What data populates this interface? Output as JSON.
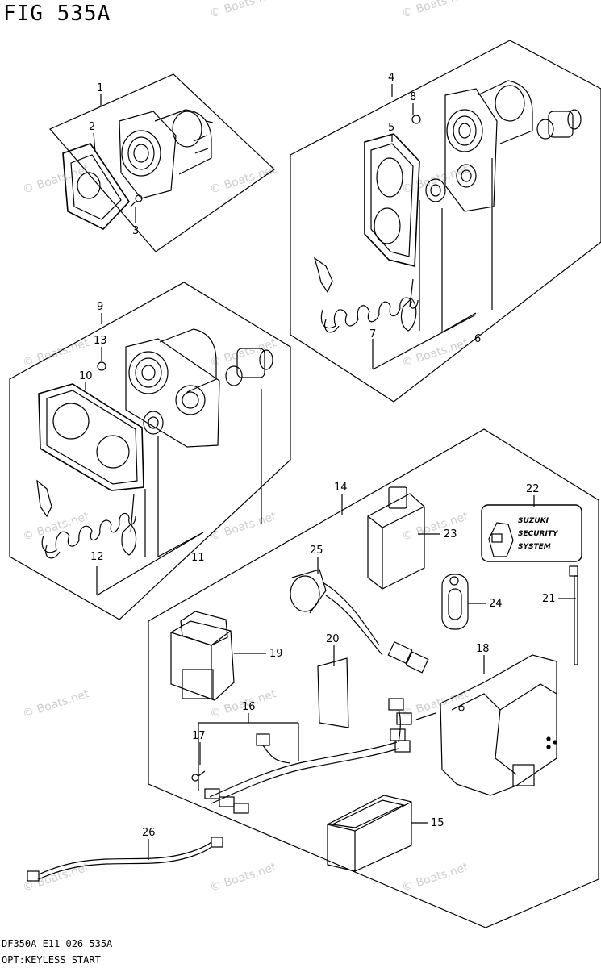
{
  "figure": {
    "title": "FIG 535A",
    "footer_code": "DF350A_E11_026_535A",
    "footer_name": "OPT:KEYLESS START"
  },
  "callouts": [
    "1",
    "2",
    "3",
    "4",
    "5",
    "6",
    "7",
    "8",
    "9",
    "10",
    "11",
    "12",
    "13",
    "14",
    "15",
    "16",
    "17",
    "18",
    "19",
    "20",
    "21",
    "22",
    "23",
    "24",
    "25",
    "26"
  ],
  "security_label": {
    "line1": "SUZUKI",
    "line2": "SECURITY",
    "line3": "SYSTEM"
  },
  "watermark": "© Boats.net"
}
